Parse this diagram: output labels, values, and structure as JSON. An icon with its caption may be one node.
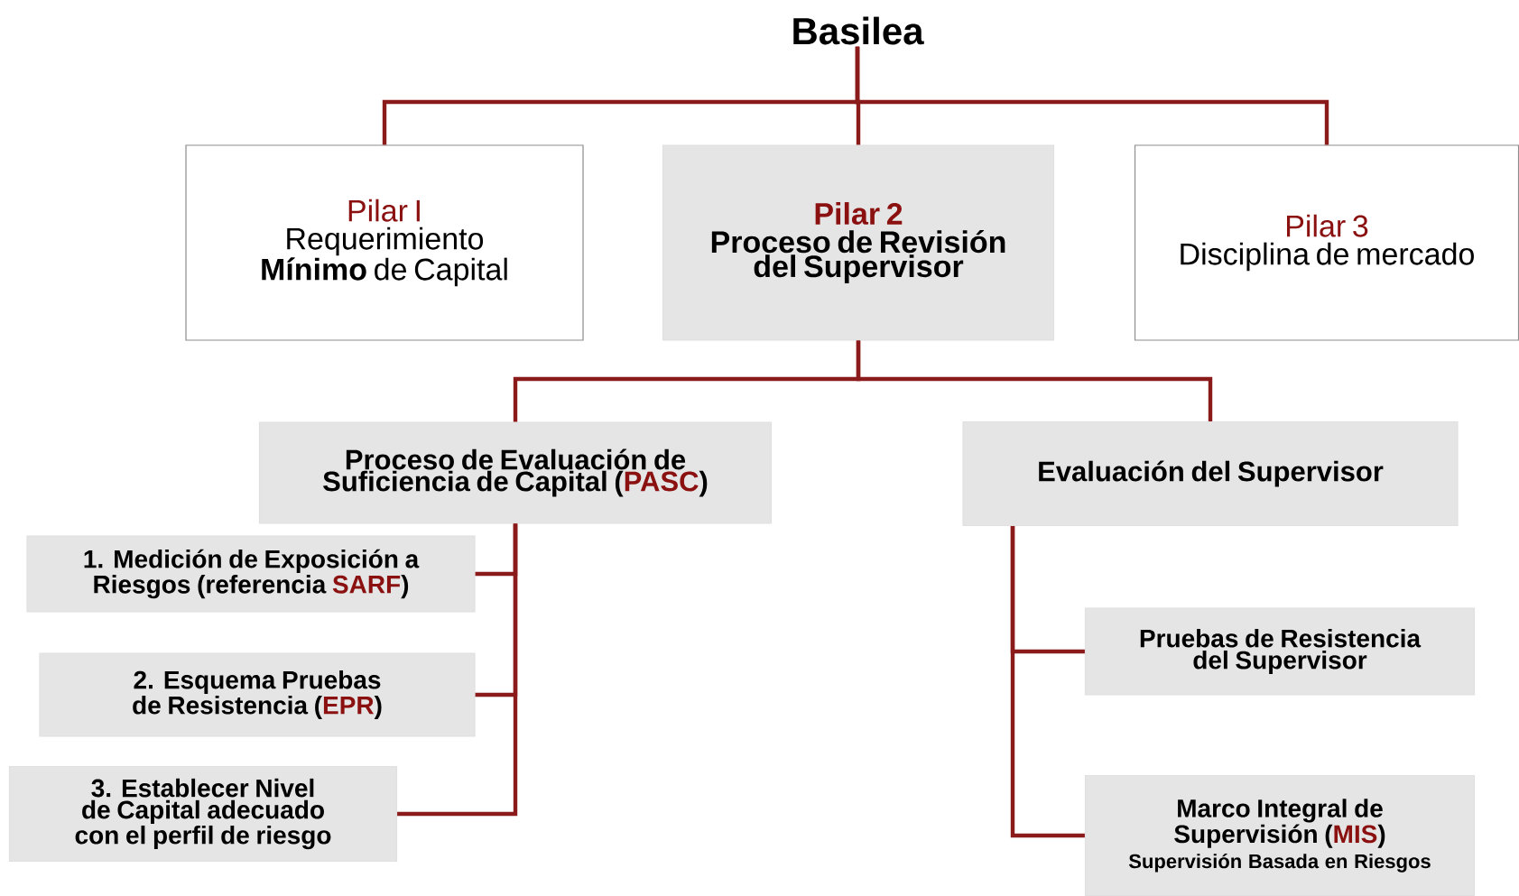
{
  "diagram": {
    "nodes": [
      {
        "text": [
          "Basilea"
        ]
      },
      {
        "text": [
          "Pilar I",
          "Requerimiento **Mínimo** de Capital"
        ]
      },
      {
        "text": [
          "Pilar 2",
          "Proceso de Revisión del Supervisor"
        ]
      },
      {
        "text": [
          "Pilar 3",
          "Disciplina de mercado"
        ]
      },
      {
        "text": [
          "Proceso de Evaluación de Suficiencia de Capital (**PASC**)"
        ]
      },
      {
        "text": [
          "1. Medición de Exposición a Riesgos (referencia **SARF**)"
        ]
      },
      {
        "text": [
          "2. Esquema Pruebas de Resistencia (**EPR**)"
        ]
      },
      {
        "text": [
          "3. Establecer Nivel de Capital adecuado con el perfil de riesgo"
        ]
      },
      {
        "text": [
          "Evaluación del Supervisor"
        ]
      },
      {
        "text": [
          "Pruebas de Resistencia del Supervisor"
        ]
      },
      {
        "text": [
          "Marco Integral de Supervisión (**MIS**)",
          "Supervisión Basada en Riesgos"
        ]
      }
    ],
    "edges": [
      {
        "from": 0,
        "to": 1,
        "arrow": "none"
      },
      {
        "from": 0,
        "to": 2,
        "arrow": "none"
      },
      {
        "from": 0,
        "to": 3,
        "arrow": "none"
      },
      {
        "from": 2,
        "to": 4,
        "arrow": "none"
      },
      {
        "from": 2,
        "to": 8,
        "arrow": "none"
      },
      {
        "from": 4,
        "to": 5,
        "arrow": "none"
      },
      {
        "from": 4,
        "to": 6,
        "arrow": "none"
      },
      {
        "from": 4,
        "to": 7,
        "arrow": "none"
      },
      {
        "from": 8,
        "to": 9,
        "arrow": "none"
      },
      {
        "from": 8,
        "to": 10,
        "arrow": "none"
      }
    ]
  }
}
